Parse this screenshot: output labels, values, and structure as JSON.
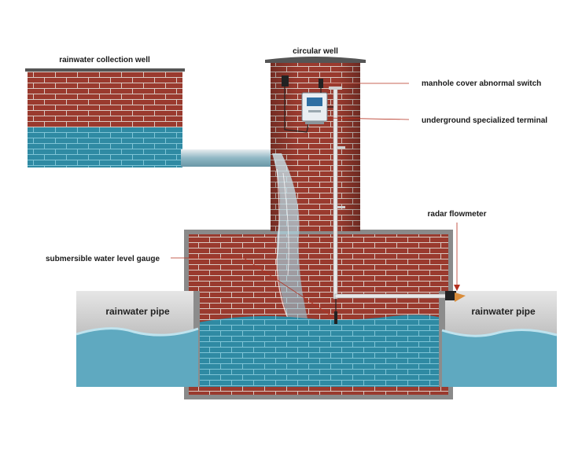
{
  "labels": {
    "collection_well": "rainwater collection well",
    "circular_well": "circular well",
    "manhole_switch": "manhole cover abnormal switch",
    "terminal": "underground specialized terminal",
    "radar": "radar flowmeter",
    "gauge": "submersible water level gauge",
    "pipe_left": "rainwater pipe",
    "pipe_right": "rainwater pipe"
  },
  "colors": {
    "brick": "#9a3a2e",
    "brick_dark": "#7e2c22",
    "mortar": "#d9c9c2",
    "water": "#3a8fa6",
    "water_light": "#7ec4d6",
    "pipe_gray": "#c9c9c9",
    "leader_line": "#b5301f"
  }
}
